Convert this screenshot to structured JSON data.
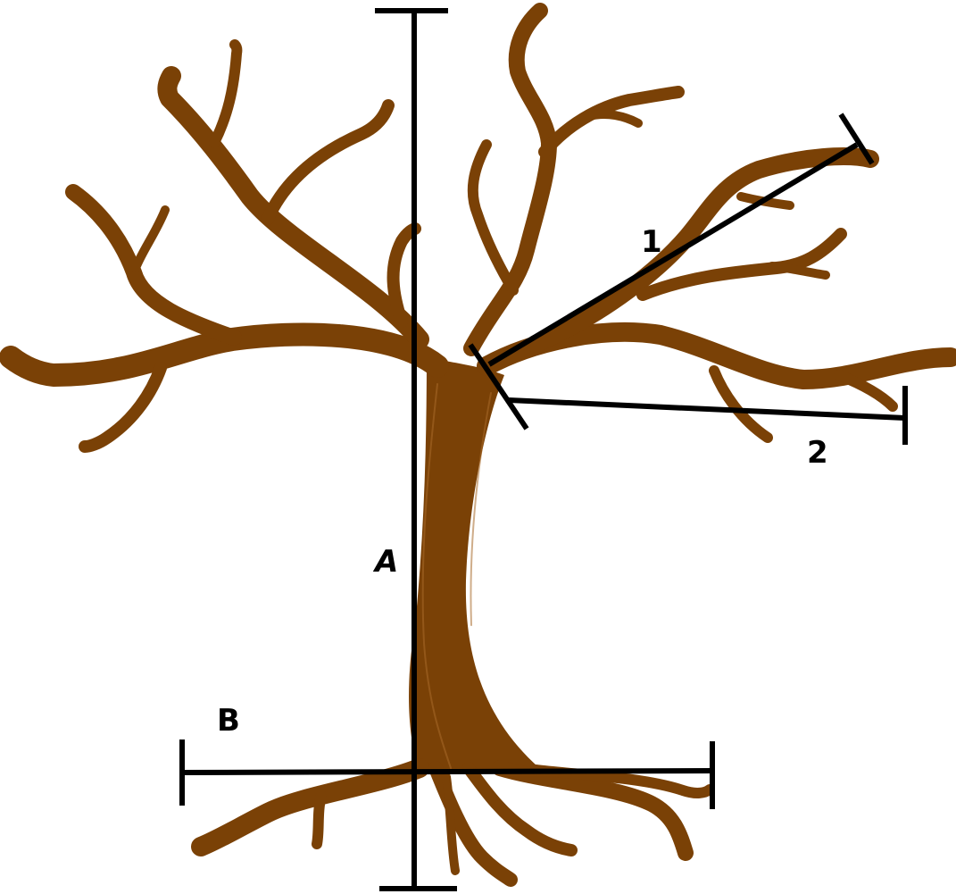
{
  "labels": {
    "height": "A",
    "spread": "B",
    "branch_one": "1",
    "branch_two": "2"
  },
  "colors": {
    "trunk": "#7a4106",
    "highlight": "#a86a2a",
    "measure_lines": "#000000",
    "background": "#ffffff"
  }
}
